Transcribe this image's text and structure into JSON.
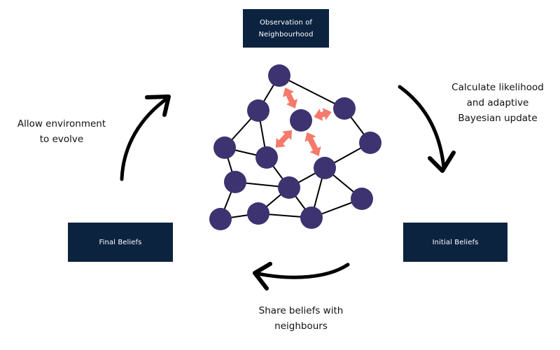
{
  "diagram": {
    "title": "Bayesian belief update cycle over a network",
    "boxes": {
      "top": {
        "line1": "Observation of",
        "line2": "Neighbourhood"
      },
      "left": {
        "label": "Final Beliefs"
      },
      "right": {
        "label": "Initial Beliefs"
      }
    },
    "labels": {
      "right": [
        "Calculate likelihood",
        "and adaptive",
        "Bayesian update"
      ],
      "left": [
        "Allow environment",
        "to evolve"
      ],
      "bottom": [
        "Share beliefs with",
        "neighbours"
      ]
    },
    "cycle_arrows": [
      {
        "from": "Observation of Neighbourhood",
        "to": "Initial Beliefs",
        "label": "Calculate likelihood and adaptive Bayesian update"
      },
      {
        "from": "Initial Beliefs",
        "to": "Final Beliefs",
        "label": "Share beliefs with neighbours"
      },
      {
        "from": "Final Beliefs",
        "to": "Observation of Neighbourhood",
        "label": "Allow environment to evolve"
      }
    ],
    "network": {
      "nodes": [
        "A",
        "B",
        "C",
        "D",
        "E",
        "F",
        "G",
        "H",
        "I",
        "J",
        "K",
        "L",
        "M",
        "N"
      ],
      "focal_node": "C",
      "edges": [
        [
          "A",
          "D"
        ],
        [
          "A",
          "B"
        ],
        [
          "B",
          "F"
        ],
        [
          "B",
          "G"
        ],
        [
          "F",
          "G"
        ],
        [
          "F",
          "I"
        ],
        [
          "G",
          "J"
        ],
        [
          "I",
          "J"
        ],
        [
          "I",
          "L"
        ],
        [
          "L",
          "M"
        ],
        [
          "M",
          "J"
        ],
        [
          "M",
          "N"
        ],
        [
          "J",
          "N"
        ],
        [
          "J",
          "H"
        ],
        [
          "H",
          "E"
        ],
        [
          "D",
          "E"
        ],
        [
          "H",
          "N"
        ],
        [
          "H",
          "K"
        ],
        [
          "K",
          "N"
        ]
      ],
      "observation_links": [
        [
          "C",
          "A"
        ],
        [
          "C",
          "D"
        ],
        [
          "C",
          "G"
        ],
        [
          "C",
          "H"
        ]
      ]
    },
    "colors": {
      "box": "#0c2340",
      "box_text": "#ffffff",
      "node": "#3d3370",
      "edge": "#000000",
      "observation_arrow": "#f47a6c",
      "cycle_arrow": "#000000",
      "text": "#111111"
    }
  }
}
